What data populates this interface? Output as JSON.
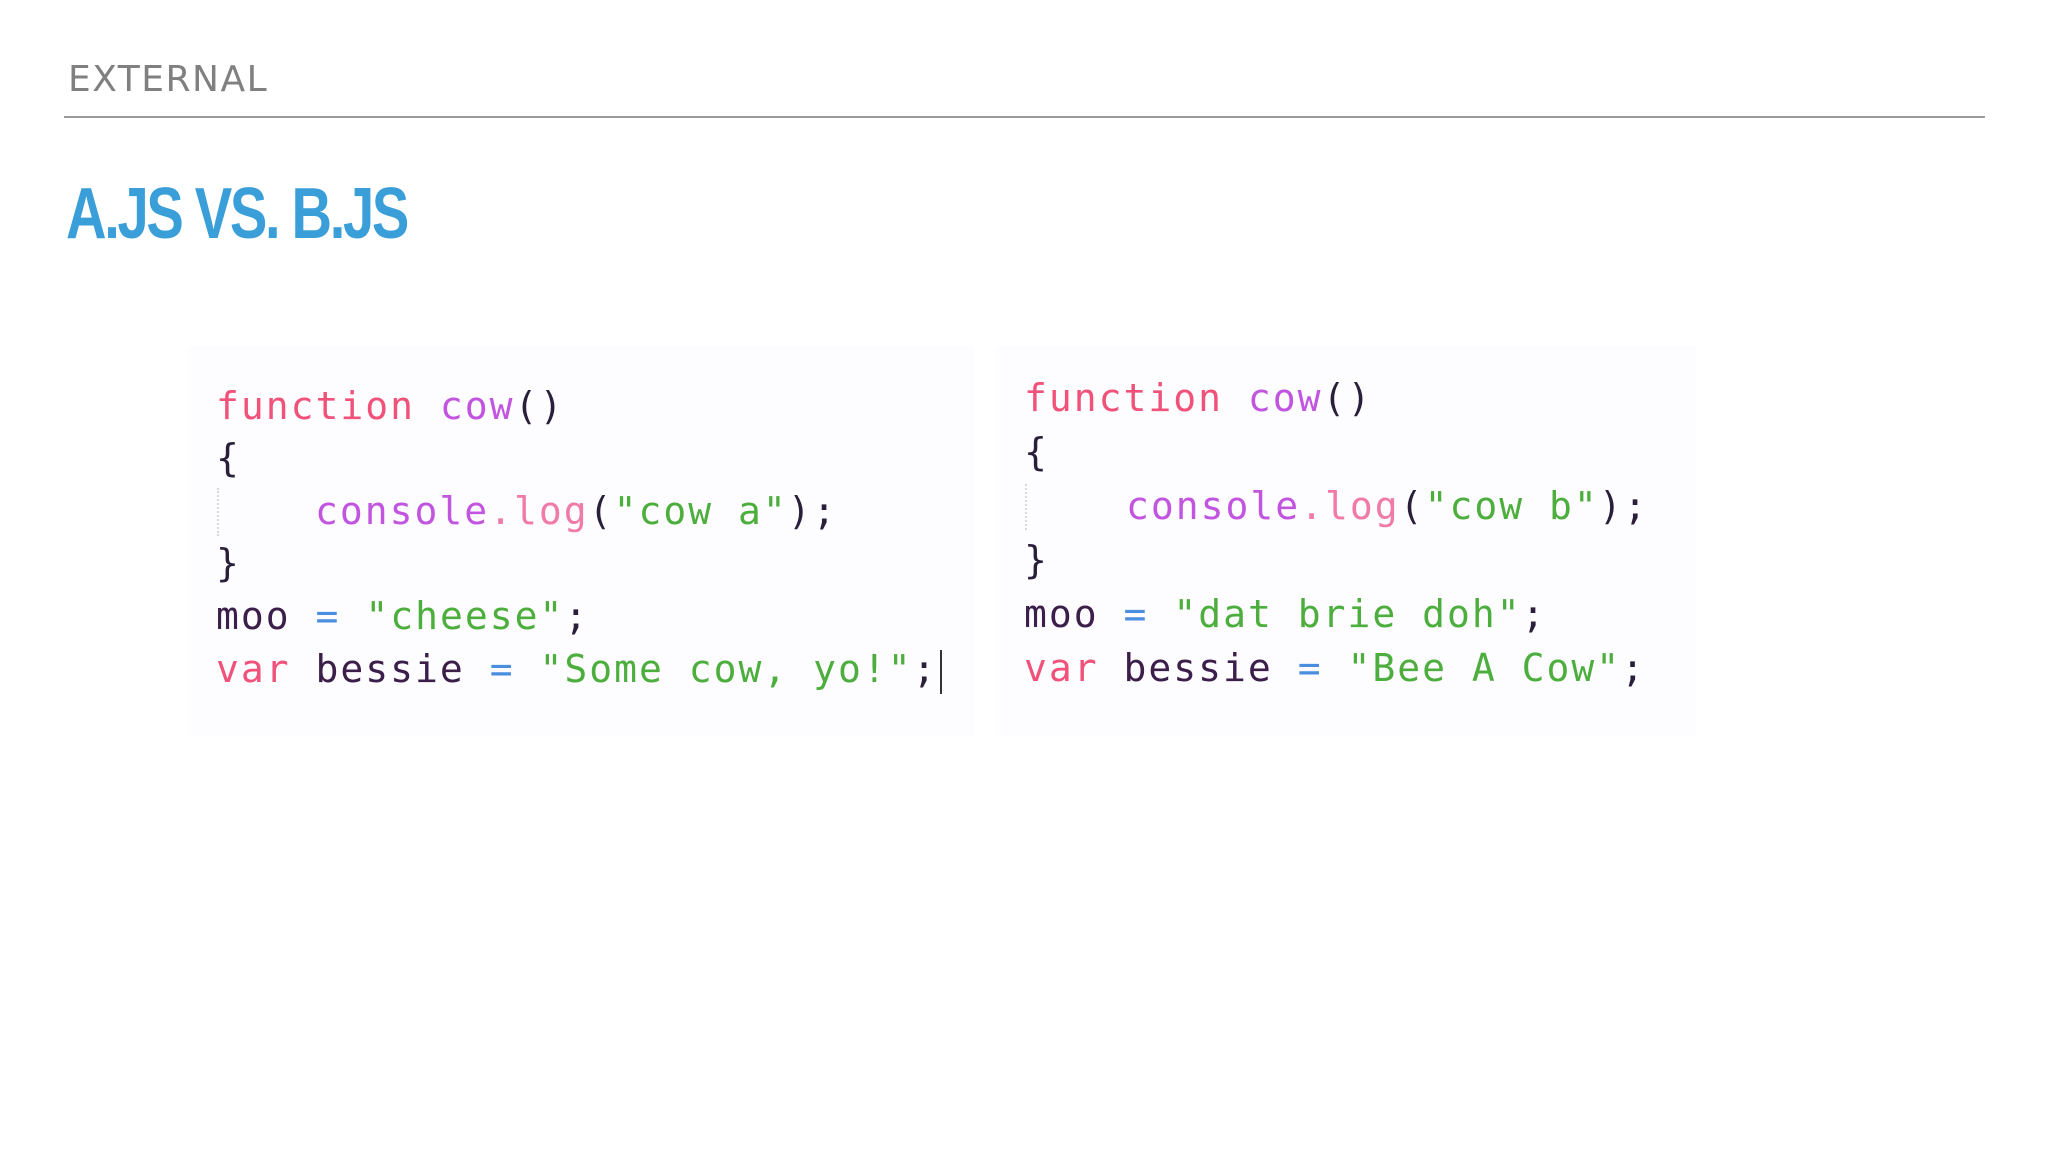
{
  "header": {
    "section_label": "EXTERNAL",
    "title": "A.JS VS. B.JS"
  },
  "code_a": {
    "kw_function": "function",
    "fn_name": "cow",
    "parens": "()",
    "brace_open": "{",
    "console": "console",
    "dot": ".",
    "log": "log",
    "call_open": "(",
    "log_string": "\"cow a\"",
    "call_close": ");",
    "brace_close": "}",
    "moo_ident": "moo",
    "assign": "=",
    "moo_value": "\"cheese\"",
    "semicolon": ";",
    "kw_var": "var",
    "bessie_ident": "bessie",
    "bessie_value": "\"Some cow, yo!\""
  },
  "code_b": {
    "kw_function": "function",
    "fn_name": "cow",
    "parens": "()",
    "brace_open": "{",
    "console": "console",
    "dot": ".",
    "log": "log",
    "call_open": "(",
    "log_string": "\"cow b\"",
    "call_close": ");",
    "brace_close": "}",
    "moo_ident": "moo",
    "assign": "=",
    "moo_value": "\"dat brie doh\"",
    "semicolon": ";",
    "kw_var": "var",
    "bessie_ident": "bessie",
    "bessie_value": "\"Bee A Cow\""
  }
}
